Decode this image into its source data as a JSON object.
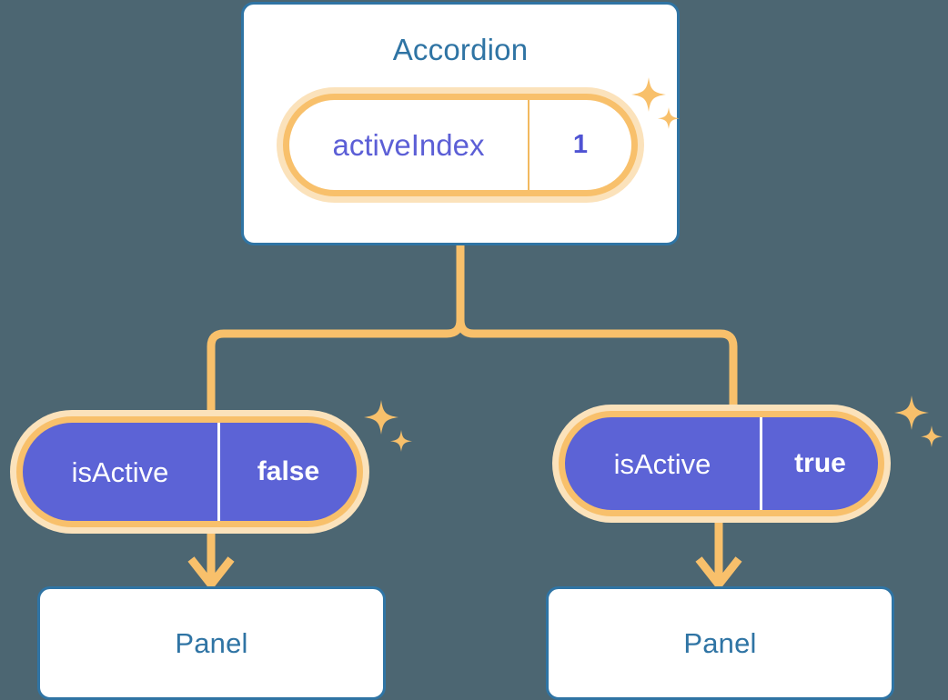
{
  "theme": {
    "background": "#4c6672",
    "card_border": "#2f74a4",
    "card_title_text": "#2f74a4",
    "card_background": "#ffffff",
    "accent_orange": "#f8c06b",
    "accent_orange_glow": "#fbe2bb",
    "state_purple": "#5c63d6",
    "state_text_light": "#ffffff",
    "state_text_purple": "#5c5fd6"
  },
  "diagram": {
    "root": {
      "title": "Accordion",
      "state": {
        "key": "activeIndex",
        "value": "1"
      }
    },
    "branches": [
      {
        "state": {
          "key": "isActive",
          "value": "false"
        },
        "child": {
          "title": "Panel"
        }
      },
      {
        "state": {
          "key": "isActive",
          "value": "true"
        },
        "child": {
          "title": "Panel"
        }
      }
    ]
  }
}
